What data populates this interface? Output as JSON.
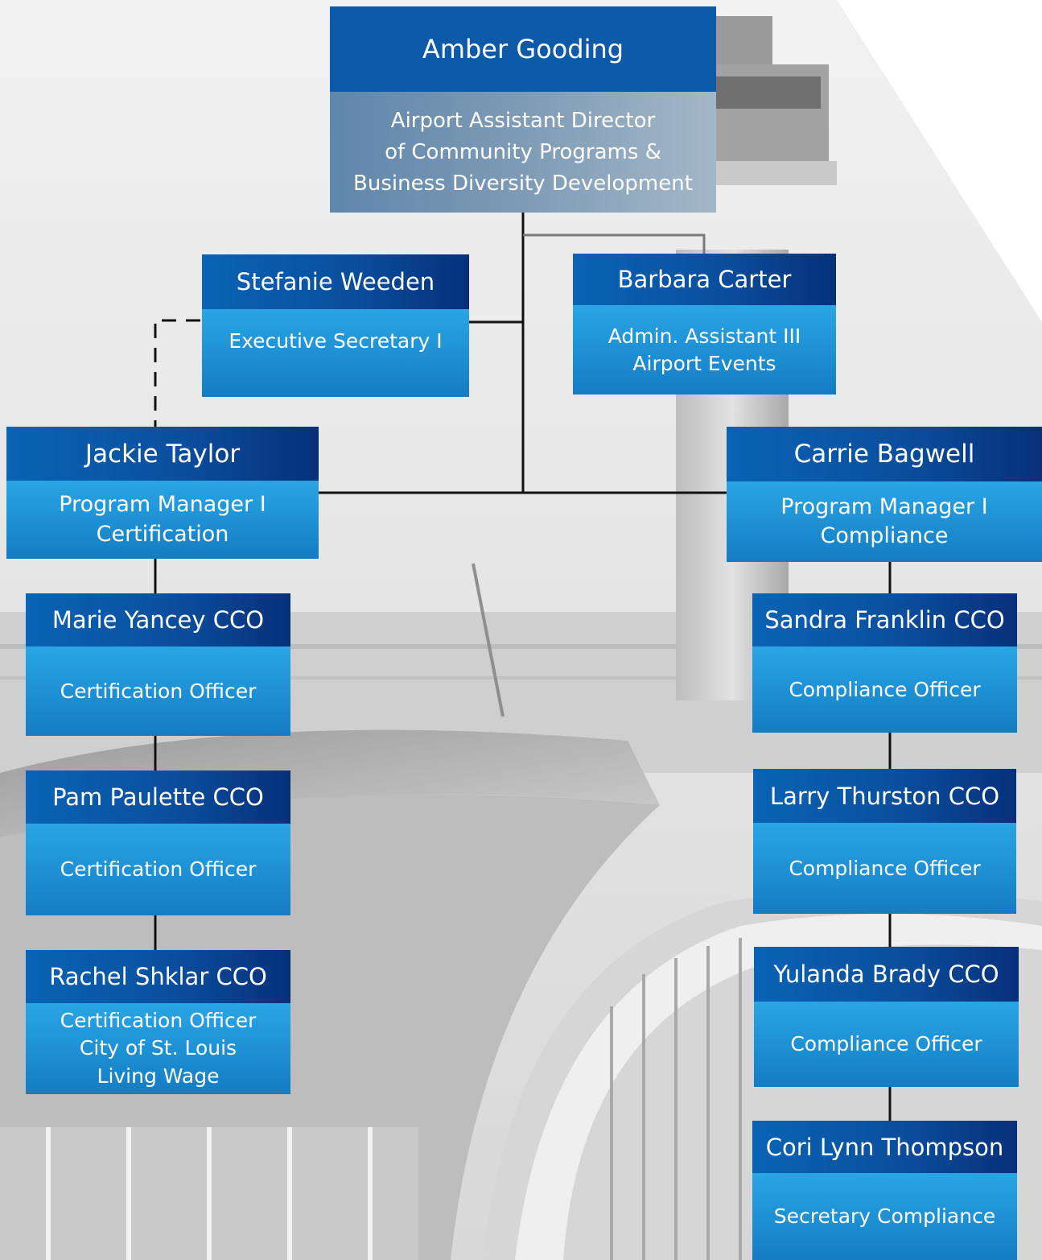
{
  "chart": {
    "director": {
      "name": "Amber Gooding",
      "title": [
        "Airport Assistant Director",
        "of Community Programs &",
        "Business Diversity Development"
      ]
    },
    "executive_secretary": {
      "name": "Stefanie Weeden",
      "title": [
        "Executive Secretary I"
      ]
    },
    "admin_assistant": {
      "name": "Barbara Carter",
      "title": [
        "Admin. Assistant III",
        "Airport Events"
      ]
    },
    "certification_manager": {
      "name": "Jackie Taylor",
      "title": [
        "Program Manager I",
        "Certification"
      ]
    },
    "compliance_manager": {
      "name": "Carrie Bagwell",
      "title": [
        "Program Manager I",
        "Compliance"
      ]
    },
    "certification_team": [
      {
        "name": "Marie Yancey  CCO",
        "title": [
          "Certification Officer"
        ]
      },
      {
        "name": "Pam Paulette CCO",
        "title": [
          "Certification Officer"
        ]
      },
      {
        "name": "Rachel Shklar CCO",
        "title": [
          "Certification Officer",
          "City of St. Louis",
          "Living Wage"
        ]
      }
    ],
    "compliance_team": [
      {
        "name": "Sandra Franklin CCO",
        "title": [
          "Compliance Officer"
        ]
      },
      {
        "name": "Larry Thurston CCO",
        "title": [
          "Compliance Officer"
        ]
      },
      {
        "name": "Yulanda  Brady CCO",
        "title": [
          "Compliance Officer"
        ]
      },
      {
        "name": "Cori Lynn Thompson",
        "title": [
          "Secretary Compliance"
        ]
      }
    ]
  },
  "colors": {
    "name_bar": "#0a4f9e",
    "title_panel": "#1d8fd3",
    "director_title_panel": "#7e9bb6",
    "connector": "#111111",
    "text": "#ffffff"
  }
}
